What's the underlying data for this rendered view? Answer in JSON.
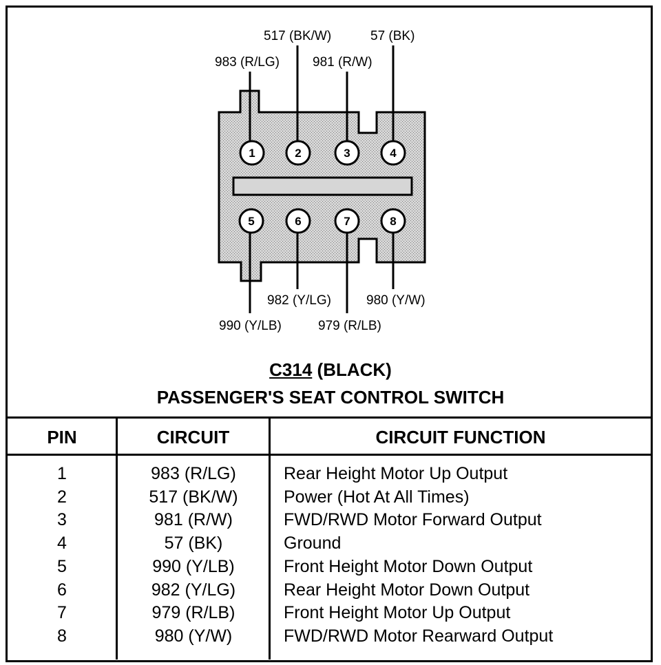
{
  "connector": {
    "id": "C314",
    "color_label": "(BLACK)",
    "name": "PASSENGER'S SEAT CONTROL SWITCH",
    "pins": [
      {
        "pin": "1",
        "circuit": "983 (R/LG)",
        "function": "Rear Height Motor Up Output"
      },
      {
        "pin": "2",
        "circuit": "517 (BK/W)",
        "function": "Power (Hot At All Times)"
      },
      {
        "pin": "3",
        "circuit": "981 (R/W)",
        "function": "FWD/RWD Motor Forward Output"
      },
      {
        "pin": "4",
        "circuit": "57 (BK)",
        "function": "Ground"
      },
      {
        "pin": "5",
        "circuit": "990 (Y/LB)",
        "function": "Front Height Motor Down Output"
      },
      {
        "pin": "6",
        "circuit": "982 (Y/LG)",
        "function": "Rear Height Motor Down Output"
      },
      {
        "pin": "7",
        "circuit": "979 (R/LB)",
        "function": "Front Height Motor Up Output"
      },
      {
        "pin": "8",
        "circuit": "980 (Y/W)",
        "function": "FWD/RWD Motor Rearward Output"
      }
    ]
  },
  "table": {
    "headers": {
      "pin": "PIN",
      "circuit": "CIRCUIT",
      "function": "CIRCUIT FUNCTION"
    }
  },
  "colors": {
    "ink": "#000000",
    "connector_fill": "#cfcfcf",
    "background": "#ffffff"
  }
}
